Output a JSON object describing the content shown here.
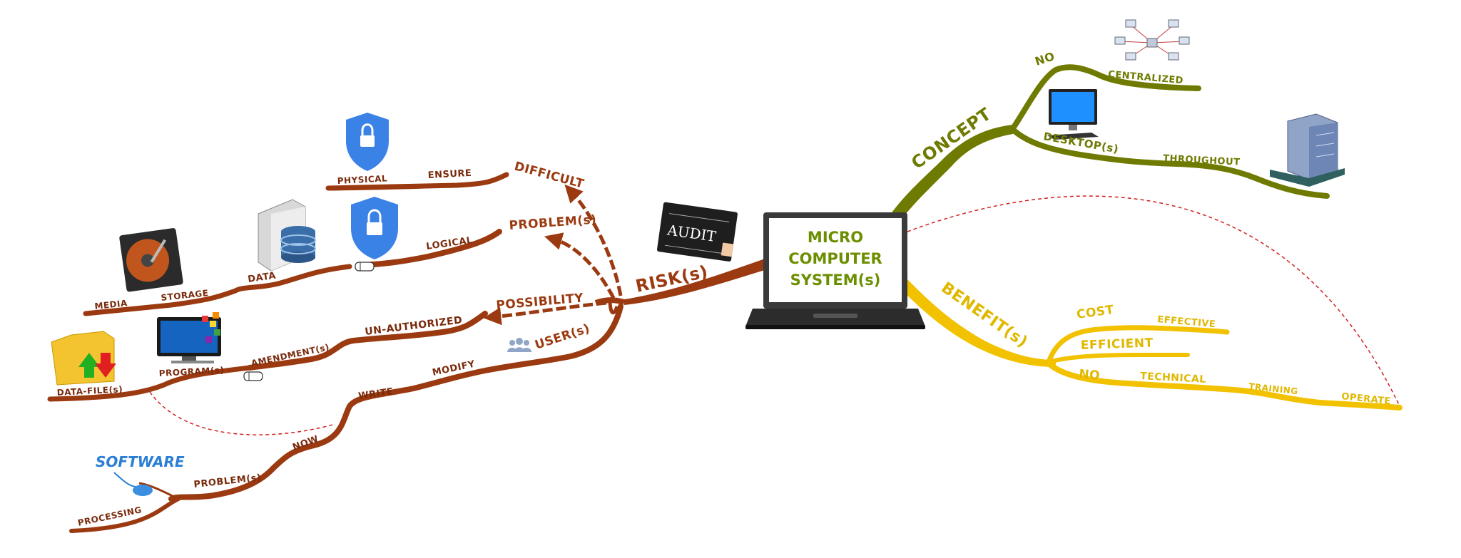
{
  "center": {
    "lines": [
      "MICRO",
      "COMPUTER",
      "SYSTEM(s)"
    ]
  },
  "colors": {
    "risk_branch": "#9b3a10",
    "concept_branch": "#6f7a00",
    "benefit_branch": "#f2c200",
    "link_dashed": "#d22020",
    "shield": "#3b82e6"
  },
  "risk": {
    "label": "RISK(s)",
    "difficult": "DIFFICULT",
    "ensure": "ENSURE",
    "physical": "PHYSICAL",
    "problems": "PROBLEM(s)",
    "logical": "LOGICAL",
    "data": "DATA",
    "storage": "STORAGE",
    "media": "MEDIA",
    "possibility": "POSSIBILITY",
    "unauthorized": "UN-AUTHORIZED",
    "amendments": "AMENDMENT(s)",
    "programs": "PROGRAM(s)",
    "datafiles": "DATA-FILE(s)",
    "users": "USER(s)",
    "modify": "MODIFY",
    "write": "WRITE",
    "now": "NOW",
    "problems2": "PROBLEM(s)",
    "processing": "PROCESSING"
  },
  "concept": {
    "label": "CONCEPT",
    "no": "NO",
    "centralized": "CENTRALIZED",
    "desktops": "DESKTOP(s)",
    "throughout": "THROUGHOUT"
  },
  "benefit": {
    "label": "BENEFIT(s)",
    "cost": "COST",
    "effective": "EFFECTIVE",
    "efficient": "EFFICIENT",
    "no": "NO",
    "technical": "TECHNICAL",
    "training": "TRAINING",
    "operate": "OPERATE"
  },
  "images": {
    "audit_word": "AUDIT",
    "software_word": "SOFTWARE"
  },
  "icons": [
    "lock-shield-icon",
    "hard-drive-icon",
    "database-server-icon",
    "folder-transfer-icon",
    "monitor-apps-icon",
    "users-group-icon",
    "pointing-hand-icon",
    "network-icon",
    "desktop-computer-icon",
    "office-building-icon",
    "laptop-icon",
    "audit-board-icon",
    "software-mouse-icon"
  ]
}
